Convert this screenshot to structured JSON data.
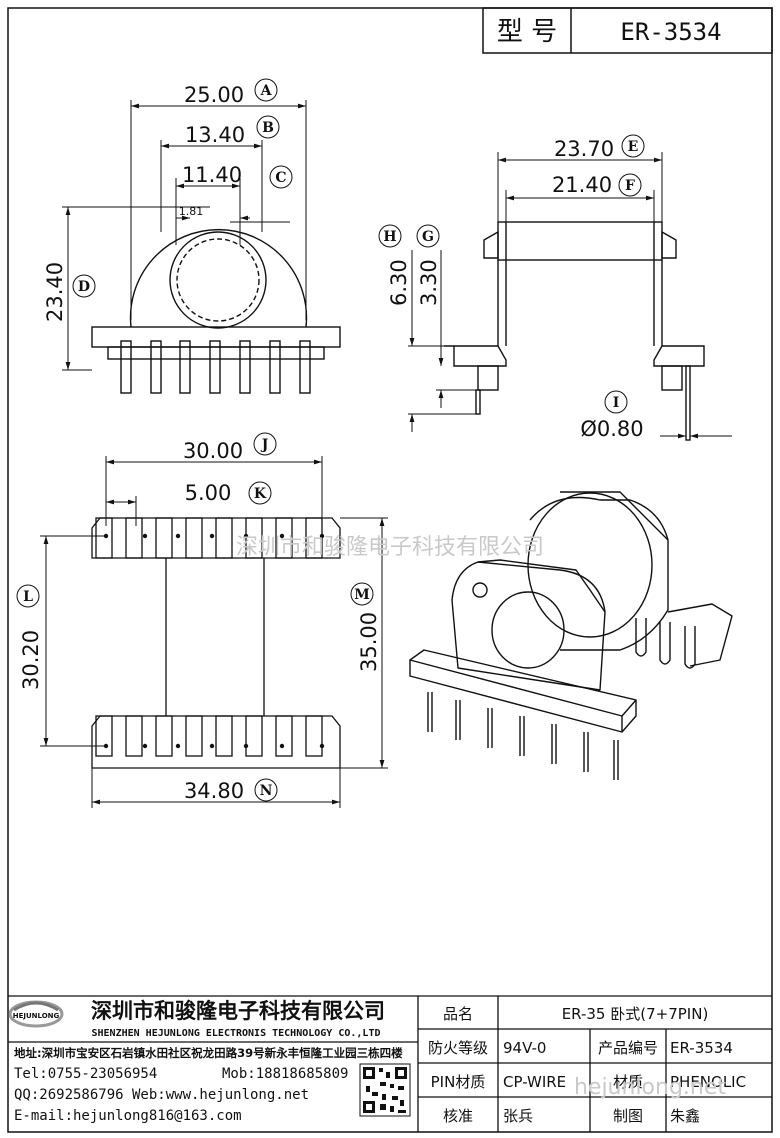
{
  "header": {
    "label": "型 号",
    "model": "ER-3534"
  },
  "dims": {
    "A": {
      "letter": "A",
      "value": "25.00"
    },
    "B": {
      "letter": "B",
      "value": "13.40"
    },
    "C": {
      "letter": "C",
      "value": "11.40"
    },
    "C_small": {
      "value": "1.81"
    },
    "D": {
      "letter": "D",
      "value": "23.40"
    },
    "E": {
      "letter": "E",
      "value": "23.70"
    },
    "F": {
      "letter": "F",
      "value": "21.40"
    },
    "G": {
      "letter": "G",
      "value": "3.30"
    },
    "H": {
      "letter": "H",
      "value": "6.30"
    },
    "I": {
      "letter": "I",
      "value": "Ø0.80"
    },
    "J": {
      "letter": "J",
      "value": "30.00"
    },
    "K": {
      "letter": "K",
      "value": "5.00"
    },
    "L": {
      "letter": "L",
      "value": "30.20"
    },
    "M": {
      "letter": "M",
      "value": "35.00"
    },
    "N": {
      "letter": "N",
      "value": "34.80"
    }
  },
  "watermark": {
    "middle": "深圳市和骏隆电子科技有限公司",
    "table": "hejunlong.net"
  },
  "company": {
    "logo_text": "HEJUNLONG",
    "name_cn": "深圳市和骏隆电子科技有限公司",
    "name_en": "SHENZHEN HEJUNLONG ELECTRONIS TECHNOLOGY CO.,LTD",
    "address": "地址:深圳市宝安区石岩镇水田社区祝龙田路39号新永丰恒隆工业园三栋四楼",
    "tel": "Tel:0755-23056954",
    "mob": "Mob:18818685809",
    "qq_web": "QQ:2692586796 Web:www.hejunlong.net",
    "email": "E-mail:hejunlong816@163.com"
  },
  "spec": {
    "name_label": "品名",
    "name_value": "ER-35 卧式(7+7PIN)",
    "fire_label": "防火等级",
    "fire_value": "94V-0",
    "code_label": "产品编号",
    "code_value": "ER-3534",
    "pin_label": "PIN材质",
    "pin_value": "CP-WIRE",
    "mat_label": "材质",
    "mat_value": "PHENOLIC",
    "check_label": "核准",
    "check_value": "张兵",
    "draw_label": "制图",
    "draw_value": "朱鑫"
  }
}
